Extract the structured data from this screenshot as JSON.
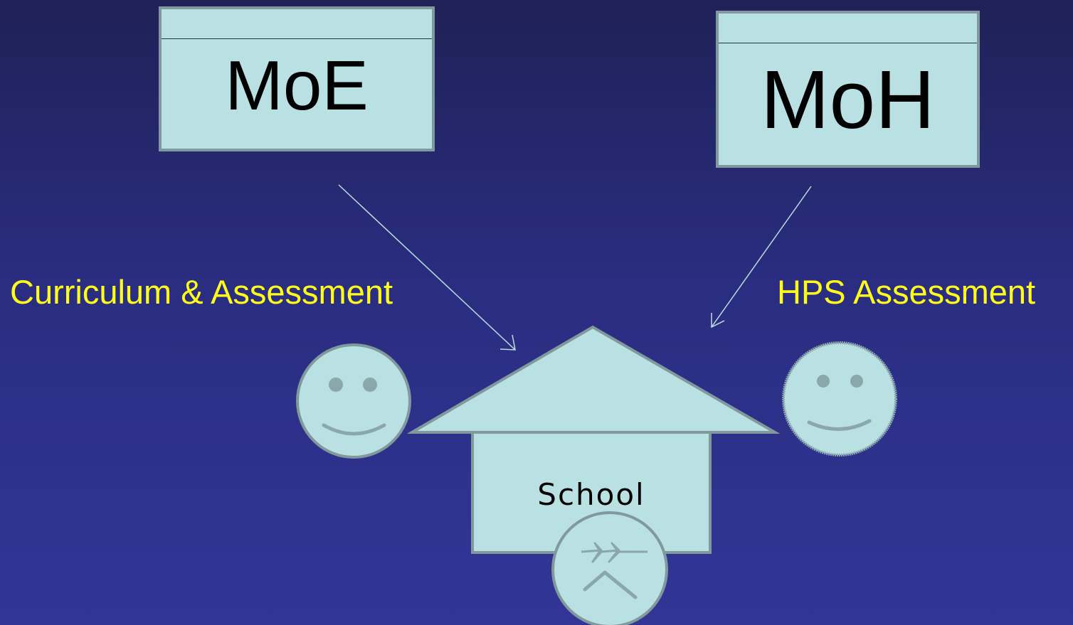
{
  "boxes": {
    "moe": "MoE",
    "moh": "MoH"
  },
  "labels": {
    "curriculum": "Curriculum & Assessment",
    "hps": "HPS Assessment",
    "school": "School"
  },
  "colors": {
    "box_fill": "#b9e0e3",
    "box_border": "#7f999c",
    "label_text": "#ffff1a",
    "arrow": "#b9e0e3"
  },
  "icons": {
    "left_face": "smiley-face-icon",
    "right_face": "smiley-face-icon",
    "bottom_face": "frowning-face-icon"
  }
}
